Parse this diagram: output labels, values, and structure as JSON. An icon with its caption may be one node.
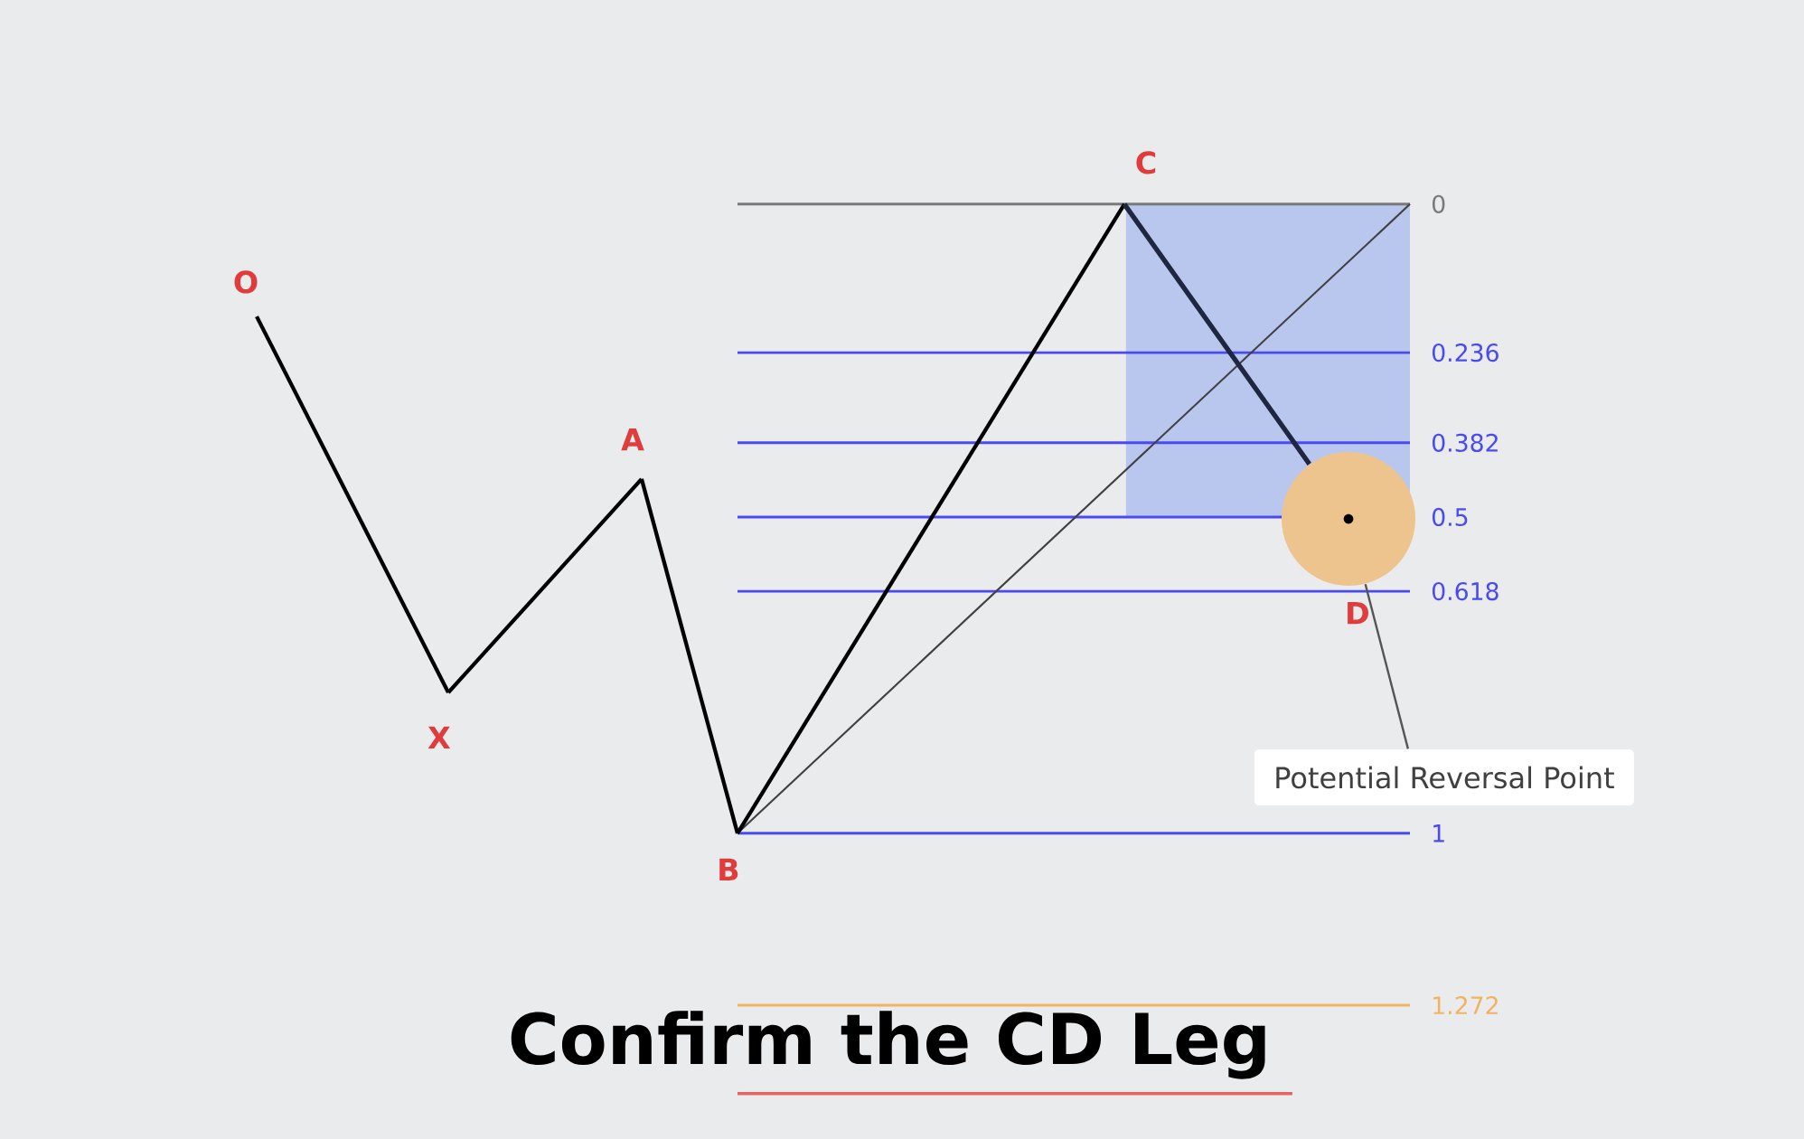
{
  "diagram": {
    "title": "Confirm the CD Leg",
    "nodes": [
      {
        "text": [
          "O"
        ]
      },
      {
        "text": [
          "X"
        ]
      },
      {
        "text": [
          "A"
        ]
      },
      {
        "text": [
          "B"
        ]
      },
      {
        "text": [
          "C"
        ]
      },
      {
        "text": [
          "D"
        ]
      },
      {
        "text": [],
        "shape": "circle"
      },
      {
        "text": [
          "Potential Reversal Point"
        ]
      }
    ],
    "edges": [
      {
        "from": 0,
        "to": 1,
        "arrow": "none"
      },
      {
        "from": 1,
        "to": 2,
        "arrow": "none"
      },
      {
        "from": 2,
        "to": 3,
        "arrow": "none"
      },
      {
        "from": 3,
        "to": 4,
        "arrow": "none"
      },
      {
        "from": 4,
        "to": 6,
        "arrow": "none",
        "color": "#1f2640"
      },
      {
        "from": 6,
        "to": 7,
        "arrow": "none",
        "color": "#555555"
      }
    ],
    "labels": [
      "0",
      "0.236",
      "0.382",
      "0.5",
      "0.618",
      "1",
      "1.272"
    ]
  }
}
